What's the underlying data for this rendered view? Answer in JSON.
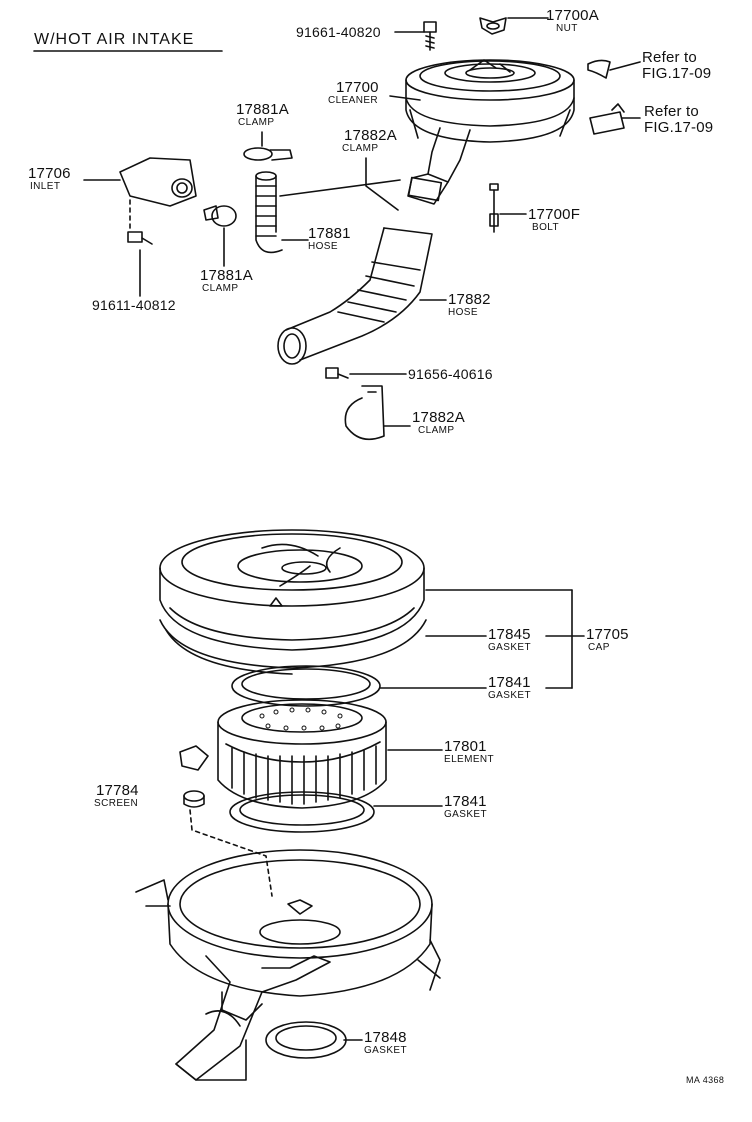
{
  "title": "W/HOT AIR INTAKE",
  "labels": {
    "p17700A": {
      "num": "17700A",
      "sub": "NUT"
    },
    "p91661": {
      "num": "91661-40820"
    },
    "ref1": {
      "num": "Refer to",
      "fig": "FIG.17-09"
    },
    "ref2": {
      "num": "Refer to",
      "fig": "FIG.17-09"
    },
    "p17700": {
      "num": "17700",
      "sub": "CLEANER"
    },
    "p17881A_top": {
      "num": "17881A",
      "sub": "CLAMP"
    },
    "p17882A_top": {
      "num": "17882A",
      "sub": "CLAMP"
    },
    "p17706": {
      "num": "17706",
      "sub": "INLET"
    },
    "p17700F": {
      "num": "17700F",
      "sub": "BOLT"
    },
    "p17881": {
      "num": "17881",
      "sub": "HOSE"
    },
    "p17881A_bot": {
      "num": "17881A",
      "sub": "CLAMP"
    },
    "p91611": {
      "num": "91611-40812"
    },
    "p17882": {
      "num": "17882",
      "sub": "HOSE"
    },
    "p91656": {
      "num": "91656-40616"
    },
    "p17882A_bot": {
      "num": "17882A",
      "sub": "CLAMP"
    },
    "p17845": {
      "num": "17845",
      "sub": "GASKET"
    },
    "p17705": {
      "num": "17705",
      "sub": "CAP"
    },
    "p17841_top": {
      "num": "17841",
      "sub": "GASKET"
    },
    "p17801": {
      "num": "17801",
      "sub": "ELEMENT"
    },
    "p17784": {
      "num": "17784",
      "sub": "SCREEN"
    },
    "p17841_bot": {
      "num": "17841",
      "sub": "GASKET"
    },
    "p17848": {
      "num": "17848",
      "sub": "GASKET"
    }
  },
  "code": "MA 4368"
}
